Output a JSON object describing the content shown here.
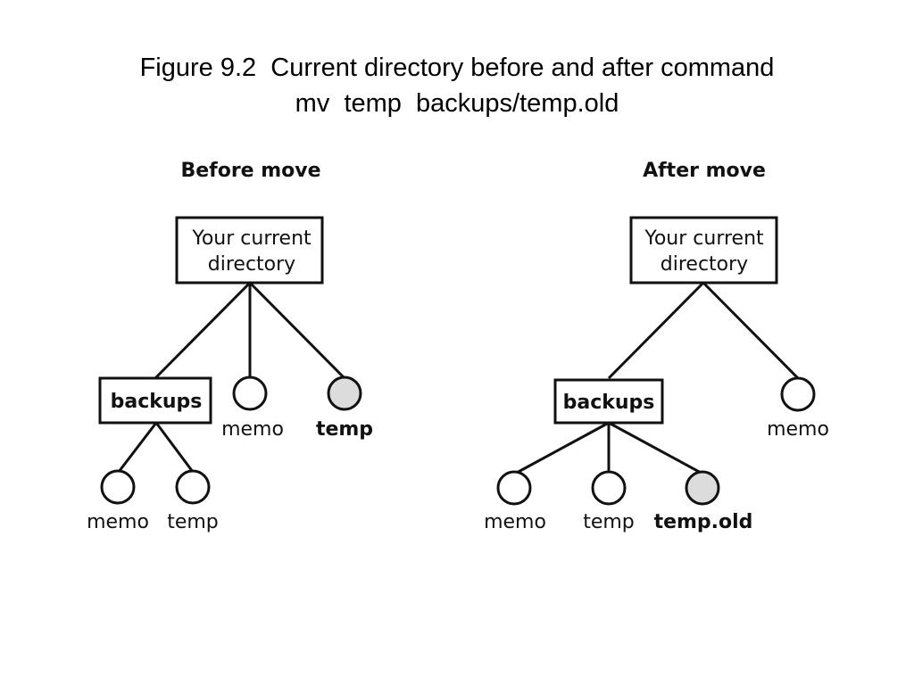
{
  "caption": {
    "line1": "Figure 9.2  Current directory before and after command",
    "line2": "mv  temp  backups/temp.old"
  },
  "before": {
    "title": "Before move",
    "root_line1": "Your current",
    "root_line2": "directory",
    "backups": "backups",
    "memo": "memo",
    "temp": "temp",
    "backups_memo": "memo",
    "backups_temp": "temp"
  },
  "after": {
    "title": "After move",
    "root_line1": "Your current",
    "root_line2": "directory",
    "backups": "backups",
    "memo": "memo",
    "backups_memo": "memo",
    "backups_temp": "temp",
    "backups_temp_old": "temp.old"
  },
  "colors": {
    "highlight_fill": "#dcdcdc",
    "stroke": "#111111"
  }
}
